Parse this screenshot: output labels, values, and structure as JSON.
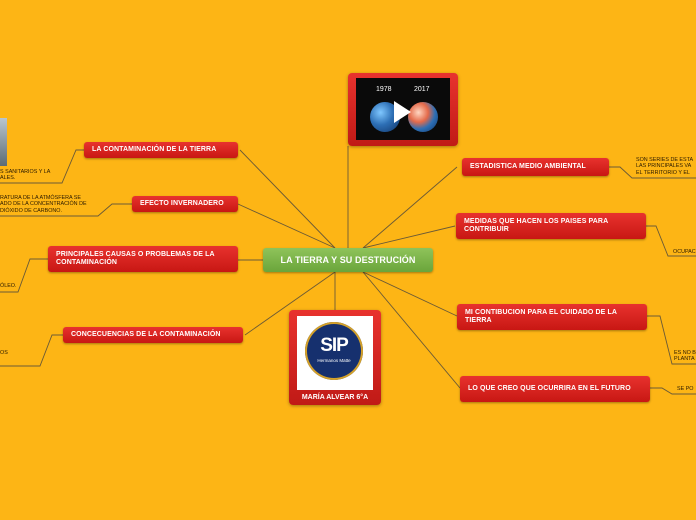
{
  "center": {
    "label": "LA TIERRA Y SU DESTRUCIÓN"
  },
  "left_topics": [
    {
      "label": "LA CONTAMINACIÓN DE LA TIERRA"
    },
    {
      "label": "EFECTO INVERNADERO"
    },
    {
      "label": "PRINCIPALES CAUSAS O PROBLEMAS DE LA CONTAMINACIÓN"
    },
    {
      "label": "CONCECUENCIAS DE LA CONTAMINACIÓN"
    }
  ],
  "right_topics": [
    {
      "label": "ESTADISTICA MEDIO AMBIENTAL"
    },
    {
      "label": "MEDIDAS QUE HACEN LOS PAISES PARA CONTRIBUIR"
    },
    {
      "label": "MI CONTIBUCION PARA EL CUIDADO DE LA TIERRA"
    },
    {
      "label": "LO QUE CREO QUE OCURRIRA EN EL FUTURO"
    }
  ],
  "left_notes": [
    {
      "lines": [
        "S SANITARIOS Y LA",
        "ALES."
      ]
    },
    {
      "lines": [
        "RATURA DE LA ATMÓSFERA SE",
        "ADO DE LA CONCENTRACIÓN DE",
        " DIÓXIDO DE CARBONO."
      ]
    },
    {
      "lines": [
        "ÓLEO."
      ]
    },
    {
      "lines": [
        "OS"
      ]
    }
  ],
  "right_notes": [
    {
      "lines": [
        "SON SERIES DE ESTA",
        "LAS PRINCIPALES VA",
        "EL TERRITORIO Y EL"
      ]
    },
    {
      "lines": [
        "OCUPAC"
      ]
    },
    {
      "lines": [
        "ES NO B",
        "PLANTA"
      ]
    },
    {
      "lines": [
        "SE PO"
      ]
    }
  ],
  "video_card": {
    "year_left": "1978",
    "year_right": "2017"
  },
  "logo_card": {
    "logo_text": "SIP",
    "logo_sub": "Hermanos Matte",
    "caption": "MARÍA ALVEAR 6°A"
  },
  "colors": {
    "background": "#FDB515",
    "topic": "#D9231F",
    "center": "#7BB347",
    "connector": "#5a4a2a"
  }
}
